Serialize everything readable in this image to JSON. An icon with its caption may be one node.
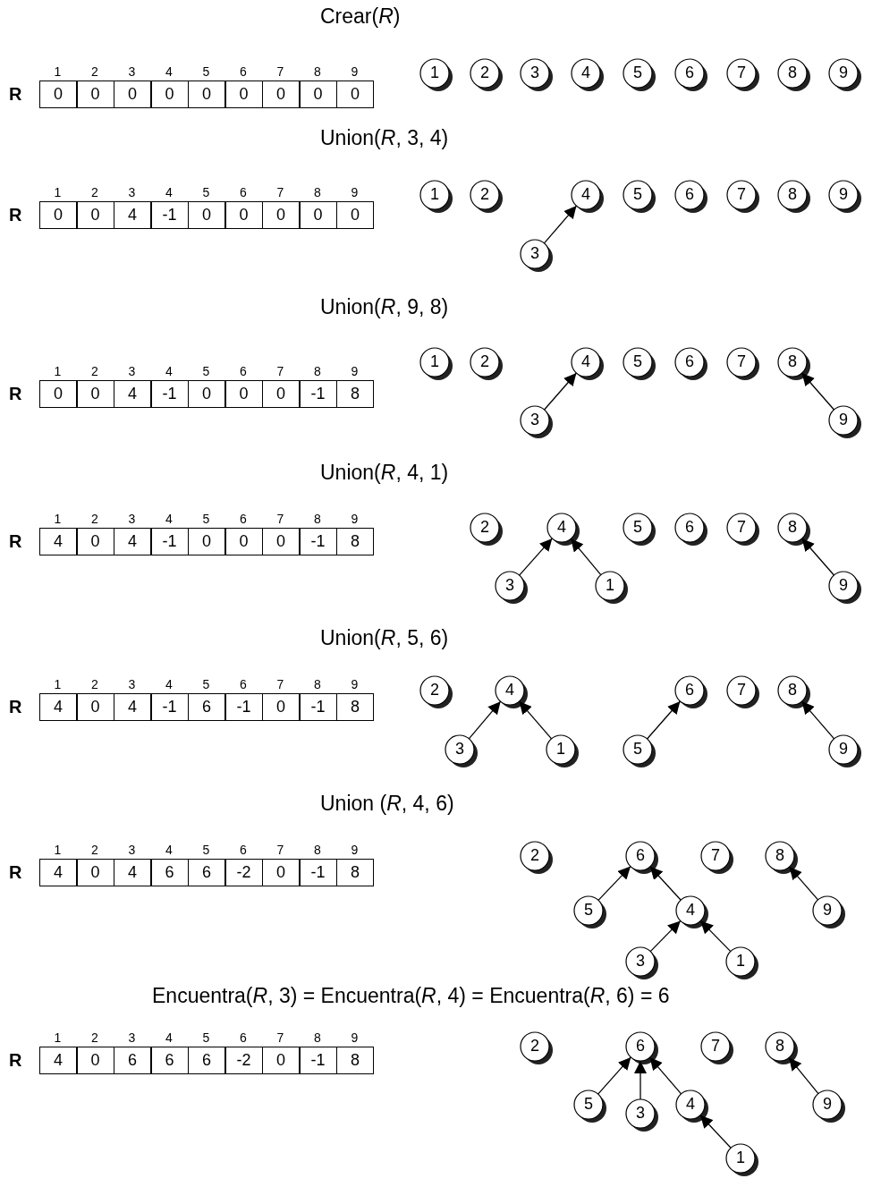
{
  "diagram": {
    "nodes": [
      {
        "text": [
          "1"
        ]
      },
      {
        "text": [
          "2"
        ]
      },
      {
        "text": [
          "3"
        ]
      },
      {
        "text": [
          "4"
        ]
      },
      {
        "text": [
          "5"
        ]
      },
      {
        "text": [
          "6"
        ]
      },
      {
        "text": [
          "7"
        ]
      },
      {
        "text": [
          "8"
        ]
      },
      {
        "text": [
          "9"
        ]
      },
      {
        "text": [
          "1"
        ]
      },
      {
        "text": [
          "2"
        ]
      },
      {
        "text": [
          "3"
        ]
      },
      {
        "text": [
          "4"
        ]
      },
      {
        "text": [
          "5"
        ]
      },
      {
        "text": [
          "6"
        ]
      },
      {
        "text": [
          "7"
        ]
      },
      {
        "text": [
          "8"
        ]
      },
      {
        "text": [
          "9"
        ]
      },
      {
        "text": [
          "1"
        ]
      },
      {
        "text": [
          "2"
        ]
      },
      {
        "text": [
          "3"
        ]
      },
      {
        "text": [
          "4"
        ]
      },
      {
        "text": [
          "5"
        ]
      },
      {
        "text": [
          "6"
        ]
      },
      {
        "text": [
          "7"
        ]
      },
      {
        "text": [
          "8"
        ]
      },
      {
        "text": [
          "9"
        ]
      },
      {
        "text": [
          "1"
        ]
      },
      {
        "text": [
          "2"
        ]
      },
      {
        "text": [
          "3"
        ]
      },
      {
        "text": [
          "4"
        ]
      },
      {
        "text": [
          "5"
        ]
      },
      {
        "text": [
          "6"
        ]
      },
      {
        "text": [
          "7"
        ]
      },
      {
        "text": [
          "8"
        ]
      },
      {
        "text": [
          "9"
        ]
      },
      {
        "text": [
          "1"
        ]
      },
      {
        "text": [
          "2"
        ]
      },
      {
        "text": [
          "3"
        ]
      },
      {
        "text": [
          "4"
        ]
      },
      {
        "text": [
          "5"
        ]
      },
      {
        "text": [
          "6"
        ]
      },
      {
        "text": [
          "7"
        ]
      },
      {
        "text": [
          "8"
        ]
      },
      {
        "text": [
          "9"
        ]
      },
      {
        "text": [
          "1"
        ]
      },
      {
        "text": [
          "2"
        ]
      },
      {
        "text": [
          "3"
        ]
      },
      {
        "text": [
          "4"
        ]
      },
      {
        "text": [
          "5"
        ]
      },
      {
        "text": [
          "6"
        ]
      },
      {
        "text": [
          "7"
        ]
      },
      {
        "text": [
          "8"
        ]
      },
      {
        "text": [
          "9"
        ]
      },
      {
        "text": [
          "1"
        ]
      },
      {
        "text": [
          "2"
        ]
      },
      {
        "text": [
          "3"
        ]
      },
      {
        "text": [
          "4"
        ]
      },
      {
        "text": [
          "5"
        ]
      },
      {
        "text": [
          "6"
        ]
      },
      {
        "text": [
          "7"
        ]
      },
      {
        "text": [
          "8"
        ]
      },
      {
        "text": [
          "9"
        ]
      }
    ],
    "edges": [
      {
        "from": 11,
        "to": 12,
        "arrow": "to"
      },
      {
        "from": 20,
        "to": 21,
        "arrow": "to"
      },
      {
        "from": 26,
        "to": 25,
        "arrow": "to"
      },
      {
        "from": 29,
        "to": 30,
        "arrow": "to"
      },
      {
        "from": 27,
        "to": 30,
        "arrow": "to"
      },
      {
        "from": 35,
        "to": 34,
        "arrow": "to"
      },
      {
        "from": 38,
        "to": 39,
        "arrow": "to"
      },
      {
        "from": 36,
        "to": 39,
        "arrow": "to"
      },
      {
        "from": 40,
        "to": 41,
        "arrow": "to"
      },
      {
        "from": 44,
        "to": 43,
        "arrow": "to"
      },
      {
        "from": 49,
        "to": 50,
        "arrow": "to"
      },
      {
        "from": 48,
        "to": 50,
        "arrow": "to"
      },
      {
        "from": 47,
        "to": 48,
        "arrow": "to"
      },
      {
        "from": 45,
        "to": 48,
        "arrow": "to"
      },
      {
        "from": 53,
        "to": 52,
        "arrow": "to"
      },
      {
        "from": 58,
        "to": 59,
        "arrow": "to"
      },
      {
        "from": 56,
        "to": 59,
        "arrow": "to"
      },
      {
        "from": 57,
        "to": 59,
        "arrow": "to"
      },
      {
        "from": 54,
        "to": 57,
        "arrow": "to"
      },
      {
        "from": 62,
        "to": 61,
        "arrow": "to"
      }
    ],
    "labels": [
      "Crear(*R*)",
      "1",
      "2",
      "3",
      "4",
      "5",
      "6",
      "7",
      "8",
      "9",
      "R",
      "0",
      "0",
      "0",
      "0",
      "0",
      "0",
      "0",
      "0",
      "0",
      "Union(*R*, 3, 4)",
      "1",
      "2",
      "3",
      "4",
      "5",
      "6",
      "7",
      "8",
      "9",
      "R",
      "0",
      "0",
      "4",
      "-1",
      "0",
      "0",
      "0",
      "0",
      "0",
      "Union(*R*, 9, 8)",
      "1",
      "2",
      "3",
      "4",
      "5",
      "6",
      "7",
      "8",
      "9",
      "R",
      "0",
      "0",
      "4",
      "-1",
      "0",
      "0",
      "0",
      "-1",
      "8",
      "Union(*R*, 4, 1)",
      "1",
      "2",
      "3",
      "4",
      "5",
      "6",
      "7",
      "8",
      "9",
      "R",
      "4",
      "0",
      "4",
      "-1",
      "0",
      "0",
      "0",
      "-1",
      "8",
      "Union(*R*, 5, 6)",
      "1",
      "2",
      "3",
      "4",
      "5",
      "6",
      "7",
      "8",
      "9",
      "R",
      "4",
      "0",
      "4",
      "-1",
      "6",
      "-1",
      "0",
      "-1",
      "8",
      "Union (*R*, 4, 6)",
      "1",
      "2",
      "3",
      "4",
      "5",
      "6",
      "7",
      "8",
      "9",
      "R",
      "4",
      "0",
      "4",
      "6",
      "6",
      "-2",
      "0",
      "-1",
      "8",
      "Encuentra(*R*, 3) = Encuentra(*R*, 4) = Encuentra(*R*, 6) = 6",
      "1",
      "2",
      "3",
      "4",
      "5",
      "6",
      "7",
      "8",
      "9",
      "R",
      "4",
      "0",
      "6",
      "6",
      "6",
      "-2",
      "0",
      "-1",
      "8"
    ]
  }
}
